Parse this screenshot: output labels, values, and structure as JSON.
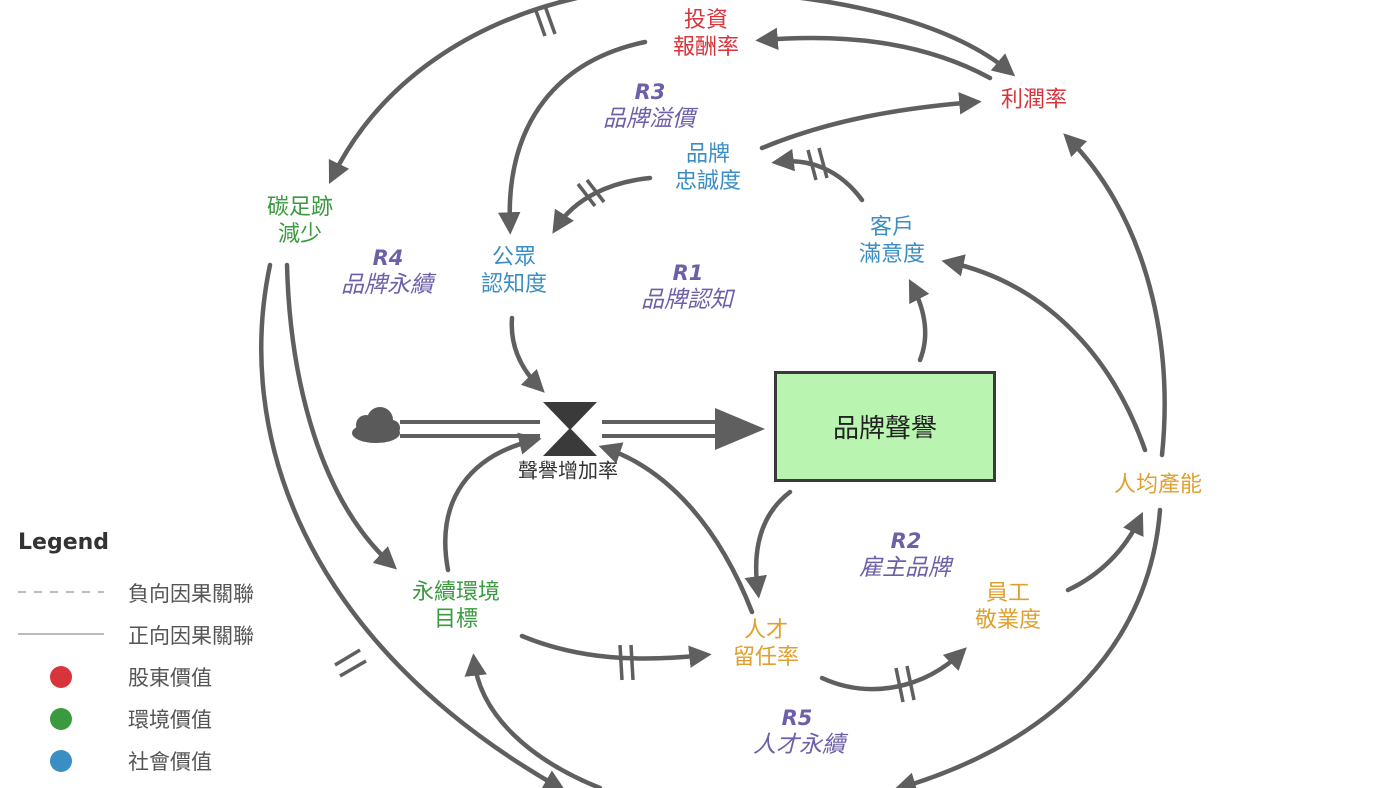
{
  "colors": {
    "shareholder": "#d8343c",
    "environment": "#3a9a3f",
    "social": "#3a8ec4",
    "employee": "#e0a030",
    "loop": "#6e5fa8",
    "arrow": "#5f5f5f"
  },
  "nodes": {
    "investment_return": "投資\n報酬率",
    "profit_rate": "利潤率",
    "brand_loyalty": "品牌\n忠誠度",
    "customer_satisfaction": "客戶\n滿意度",
    "public_awareness": "公眾\n認知度",
    "carbon_reduction": "碳足跡\n減少",
    "reputation_growth_rate": "聲譽增加率",
    "brand_reputation": "品牌聲譽",
    "productivity": "人均產能",
    "sustainability_goal": "永續環境\n目標",
    "talent_retention": "人才\n留任率",
    "employee_engagement": "員工\n敬業度"
  },
  "loops": [
    {
      "id": "R3",
      "name": "品牌溢價"
    },
    {
      "id": "R4",
      "name": "品牌永續"
    },
    {
      "id": "R1",
      "name": "品牌認知"
    },
    {
      "id": "R2",
      "name": "雇主品牌"
    },
    {
      "id": "R5",
      "name": "人才永續"
    }
  ],
  "legend": {
    "title": "Legend",
    "negative": "負向因果關聯",
    "positive": "正向因果關聯",
    "shareholder_value": "股東價值",
    "environment_value": "環境價值",
    "social_value": "社會價值"
  }
}
